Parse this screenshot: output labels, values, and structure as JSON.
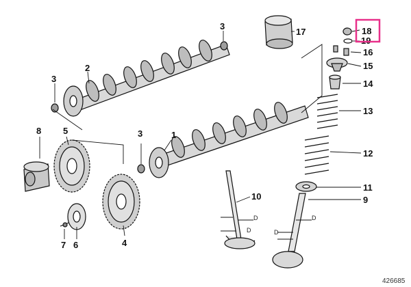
{
  "diagram": {
    "callouts": {
      "c1": "1",
      "c2": "2",
      "c3a": "3",
      "c3b": "3",
      "c3c": "3",
      "c4": "4",
      "c5": "5",
      "c6": "6",
      "c7": "7",
      "c8": "8",
      "c9": "9",
      "c10": "10",
      "c11": "11",
      "c12": "12",
      "c13": "13",
      "c14": "14",
      "c15": "15",
      "c16": "16",
      "c17": "17",
      "c18": "18",
      "c19": "19"
    },
    "dimension_marks": [
      "D",
      "D",
      "D",
      "D"
    ],
    "highlighted_callout": "18",
    "highlight_color": "#e8308a",
    "image_code": "426685"
  }
}
